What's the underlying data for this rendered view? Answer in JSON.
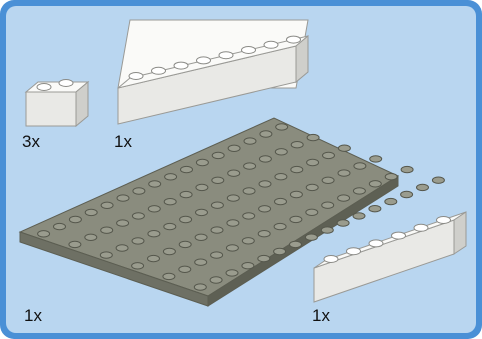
{
  "parts": [
    {
      "name": "white-brick-1x2",
      "quantity": "3x",
      "color": "#f2f2f0"
    },
    {
      "name": "white-brick-1x8",
      "quantity": "1x",
      "color": "#f2f2f0"
    },
    {
      "name": "dark-gray-plate-6x16",
      "quantity": "1x",
      "color": "#7a7c6e"
    },
    {
      "name": "white-brick-1x6",
      "quantity": "1x",
      "color": "#f2f2f0"
    }
  ],
  "colors": {
    "frame": "#4a90d6",
    "panel": "#b9d6f0"
  }
}
